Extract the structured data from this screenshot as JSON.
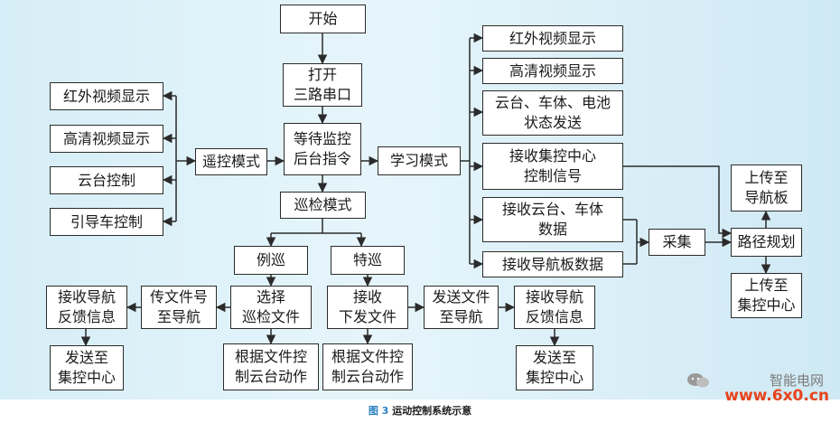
{
  "nodes": {
    "start": "开始",
    "open_serial": "打开\n三路串口",
    "wait_cmd": "等待监控\n后台指令",
    "remote_mode": "遥控模式",
    "learn_mode": "学习模式",
    "patrol_mode": "巡检模式",
    "left_ir": "红外视频显示",
    "left_hd": "高清视频显示",
    "left_ptz": "云台控制",
    "left_guide": "引导车控制",
    "right_ir": "红外视频显示",
    "right_hd": "高清视频显示",
    "status_send": "云台、车体、电池\n状态发送",
    "recv_center": "接收集控中心\n控制信号",
    "recv_ptz_body": "接收云台、车体\n数据",
    "recv_nav_data": "接收导航板数据",
    "collect": "采集",
    "path_plan": "路径规划",
    "up_nav": "上传至\n导航板",
    "up_center": "上传至\n集控中心",
    "routine": "例巡",
    "special": "特巡",
    "choose_file": "选择\n巡检文件",
    "receive_file": "接收\n下发文件",
    "send_file_no": "传文件号\n至导航",
    "send_file": "发送文件\n至导航",
    "recv_nav_fb_l": "接收导航\n反馈信息",
    "recv_nav_fb_r": "接收导航\n反馈信息",
    "send_center_l": "发送至\n集控中心",
    "send_center_r": "发送至\n集控中心",
    "ctrl_ptz_l": "根据文件控\n制云台动作",
    "ctrl_ptz_r": "根据文件控\n制云台动作"
  },
  "caption": {
    "figure_no": "图 3",
    "title": "运动控制系统示意"
  },
  "watermark": {
    "name": "智能电网",
    "url": "www.6x0.cn"
  }
}
